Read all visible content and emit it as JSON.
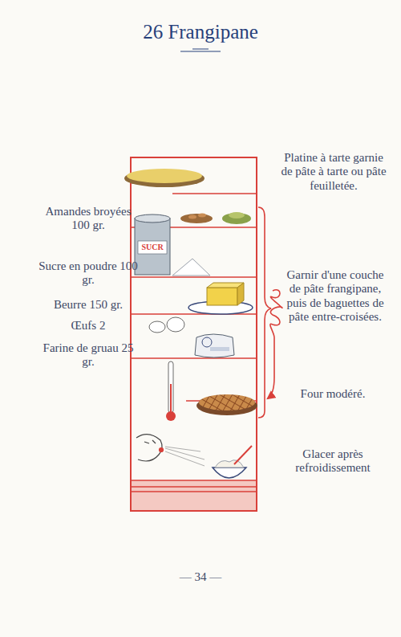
{
  "diagram": {
    "title": "26 Frangipane",
    "labels": [
      "Amandes broyées 100 gr.",
      "Sucre en poudre 100 gr.",
      "Beurre 150 gr.",
      "Œufs 2",
      "Farine de gruau 25 gr.",
      "Platine à tarte garnie de pâte à tarte ou pâte feuilletée.",
      "Garnir d'une couche de pâte frangipane, puis de baguettes de pâte entre-croisées.",
      "Four modéré.",
      "Glacer après refroidissement",
      "SUCR",
      "— 34 —"
    ]
  }
}
